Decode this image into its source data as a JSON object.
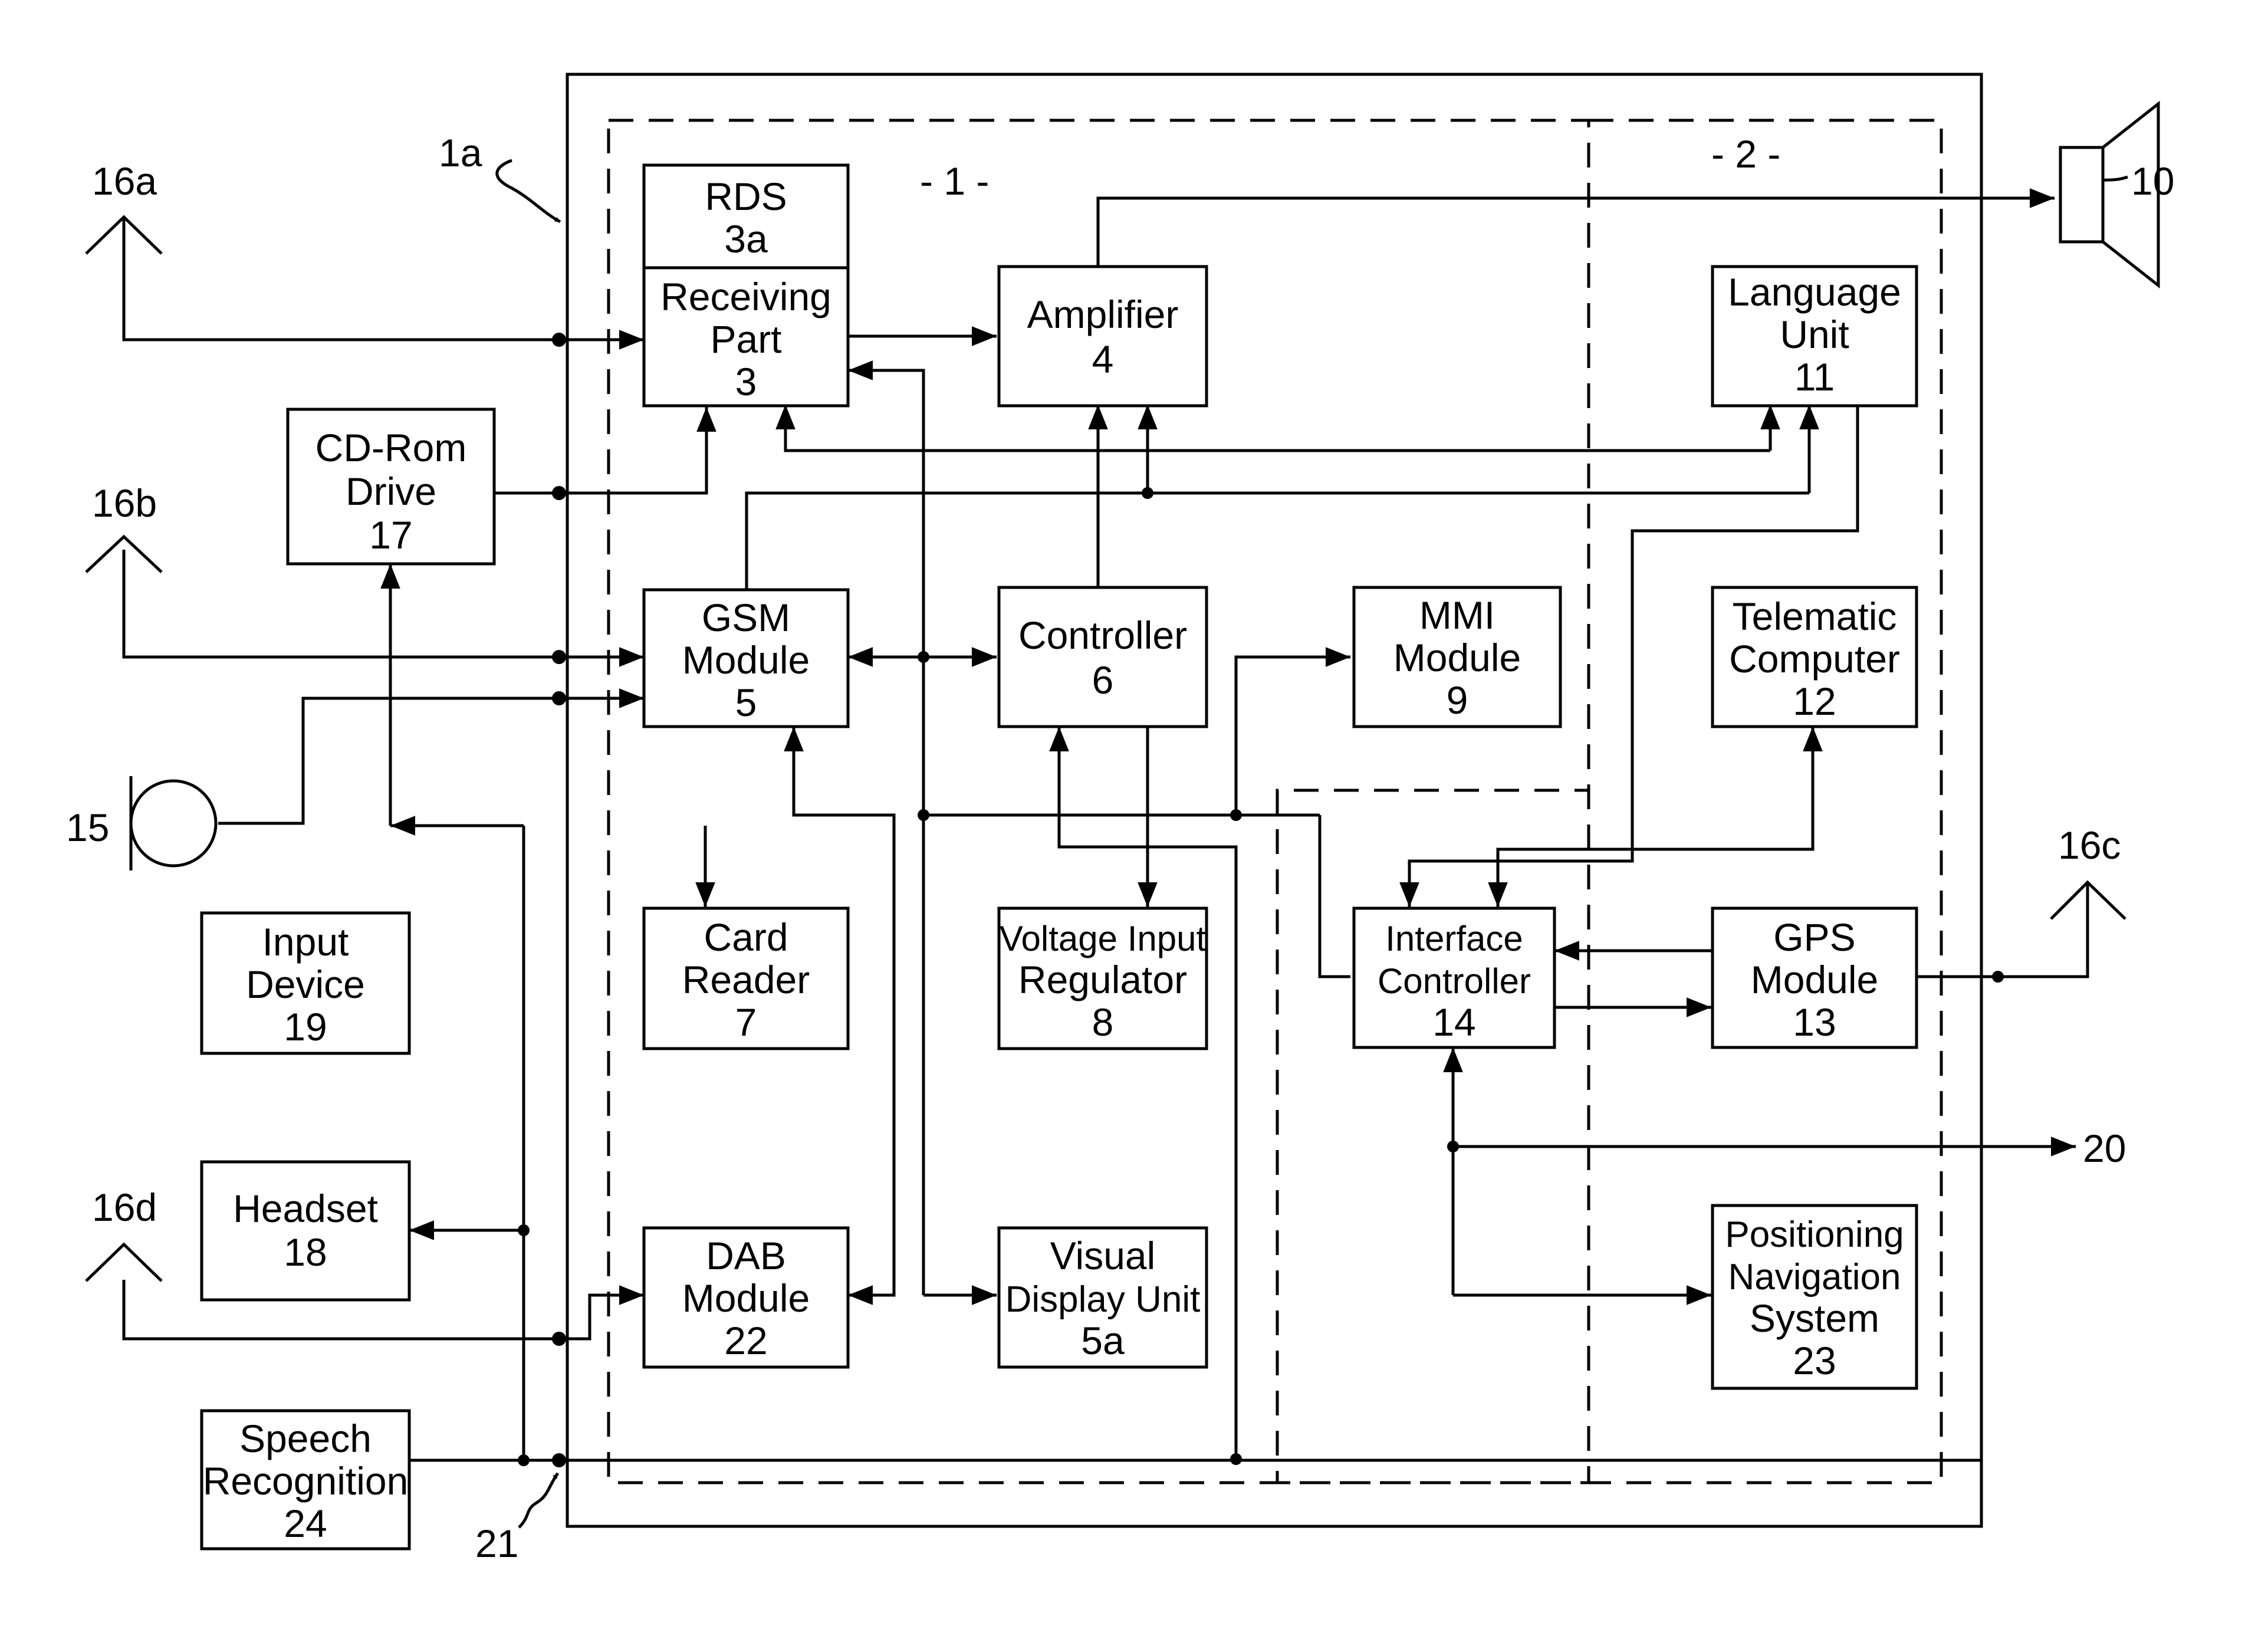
{
  "blocks": {
    "rds": [
      "RDS",
      "3a"
    ],
    "receiving": [
      "Receiving",
      "Part",
      "3"
    ],
    "amplifier": [
      "Amplifier",
      "4"
    ],
    "language": [
      "Language",
      "Unit",
      "11"
    ],
    "cdrom": [
      "CD-Rom",
      "Drive",
      "17"
    ],
    "gsm": [
      "GSM",
      "Module",
      "5"
    ],
    "controller": [
      "Controller",
      "6"
    ],
    "mmi": [
      "MMI",
      "Module",
      "9"
    ],
    "telematic": [
      "Telematic",
      "Computer",
      "12"
    ],
    "input": [
      "Input",
      "Device",
      "19"
    ],
    "card": [
      "Card",
      "Reader",
      "7"
    ],
    "voltage": [
      "Voltage Input",
      "Regulator",
      "8"
    ],
    "interface": [
      "Interface",
      "Controller",
      "14"
    ],
    "gps": [
      "GPS",
      "Module",
      "13"
    ],
    "headset": [
      "Headset",
      "18"
    ],
    "dab": [
      "DAB",
      "Module",
      "22"
    ],
    "visual": [
      "Visual",
      "Display Unit",
      "5a"
    ],
    "positioning": [
      "Positioning",
      "Navigation",
      "System",
      "23"
    ],
    "speech": [
      "Speech",
      "Recognition",
      "24"
    ]
  },
  "refs": {
    "r1a": "1a",
    "region1": "- 1 -",
    "region2": "- 2 -",
    "ant16a": "16a",
    "ant16b": "16b",
    "ant16c": "16c",
    "ant16d": "16d",
    "mic": "15",
    "speaker": "10",
    "out20": "20",
    "bus21": "21"
  }
}
